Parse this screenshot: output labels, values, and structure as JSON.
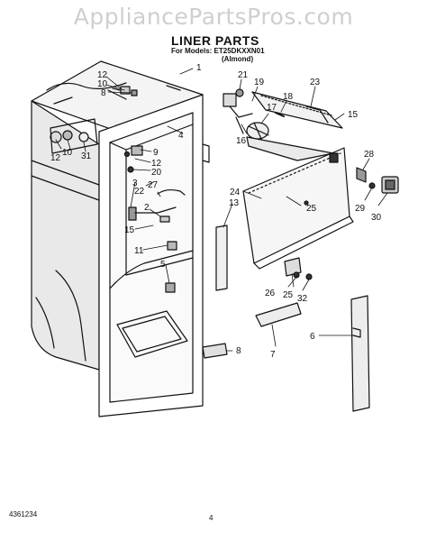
{
  "watermark": "AppliancePartsPros.com",
  "header": {
    "title": "LINER PARTS",
    "models": "For Models: ET25DKXXN01",
    "variant": "(Almond)"
  },
  "footer": {
    "doc_number": "4361234",
    "page": "4"
  },
  "callouts": {
    "c1": "1",
    "c12a": "12",
    "c10a": "10",
    "c8a": "8",
    "c4": "4",
    "c12b": "12",
    "c10b": "10",
    "c31": "31",
    "c9": "9",
    "c12c": "12",
    "c20": "20",
    "c27": "27",
    "c3": "3",
    "c22": "22",
    "c2": "2",
    "c15a": "15",
    "c11": "11",
    "c5": "5",
    "c8b": "8",
    "c21": "21",
    "c19": "19",
    "c18": "18",
    "c17": "17",
    "c16": "16",
    "c23": "23",
    "c15b": "15",
    "c24": "24",
    "c13": "13",
    "c25a": "25",
    "c28": "28",
    "c29": "29",
    "c30": "30",
    "c26": "26",
    "c25b": "25",
    "c32": "32",
    "c6": "6",
    "c7": "7"
  }
}
